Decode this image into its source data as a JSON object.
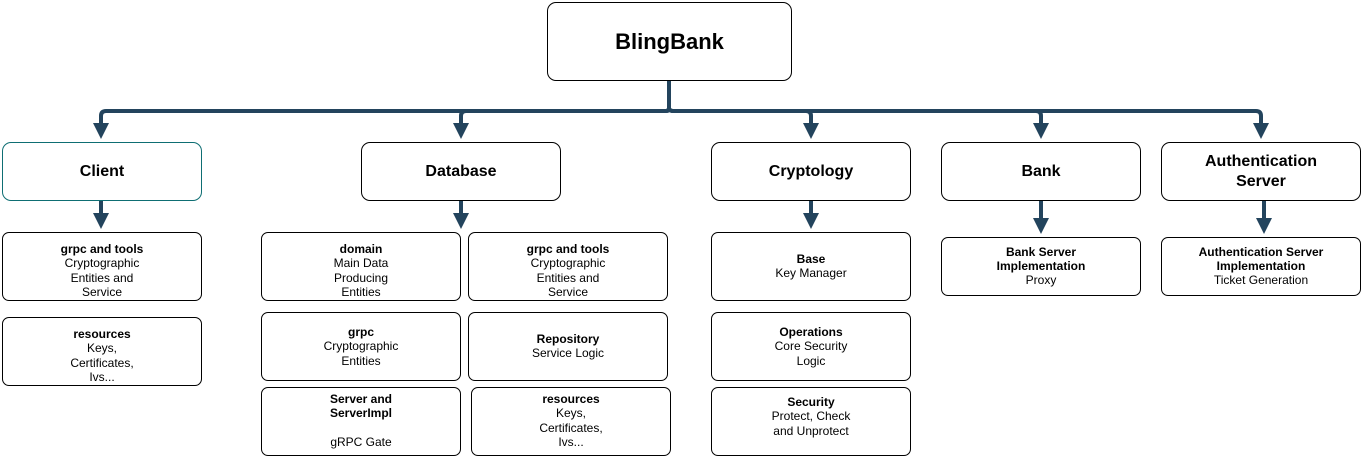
{
  "diagram": {
    "root": {
      "label": "BlingBank"
    },
    "colors": {
      "edge": "#23445d",
      "border": "#000000",
      "selected_border": "#0e6e73"
    },
    "columns": [
      {
        "id": "client",
        "label": "Client",
        "children": [
          {
            "title": "grpc and tools",
            "body": "Cryptographic\nEntities and\nService"
          },
          {
            "title": "resources",
            "body": "Keys,\nCertificates,\nIvs..."
          }
        ]
      },
      {
        "id": "database",
        "label": "Database",
        "children": [
          {
            "title": "domain",
            "body": "Main Data\nProducing\nEntities"
          },
          {
            "title": "grpc and tools",
            "body": "Cryptographic\nEntities and\nService"
          },
          {
            "title": "grpc",
            "body": "Cryptographic\nEntities"
          },
          {
            "title": "Repository",
            "body": "Service Logic"
          },
          {
            "title": "Server and\nServerImpl",
            "body": "\ngRPC Gate"
          },
          {
            "title": "resources",
            "body": "Keys,\nCertificates,\nIvs..."
          }
        ]
      },
      {
        "id": "cryptology",
        "label": "Cryptology",
        "children": [
          {
            "title": "Base",
            "body": "Key Manager"
          },
          {
            "title": "Operations",
            "body": "Core Security\nLogic"
          },
          {
            "title": "Security",
            "body": "Protect, Check\nand Unprotect"
          }
        ]
      },
      {
        "id": "bank",
        "label": "Bank",
        "children": [
          {
            "title": "Bank Server\nImplementation",
            "body": "Proxy"
          }
        ]
      },
      {
        "id": "auth",
        "label": "Authentication\nServer",
        "children": [
          {
            "title": "Authentication Server\nImplementation",
            "body": "Ticket Generation"
          }
        ]
      }
    ]
  }
}
